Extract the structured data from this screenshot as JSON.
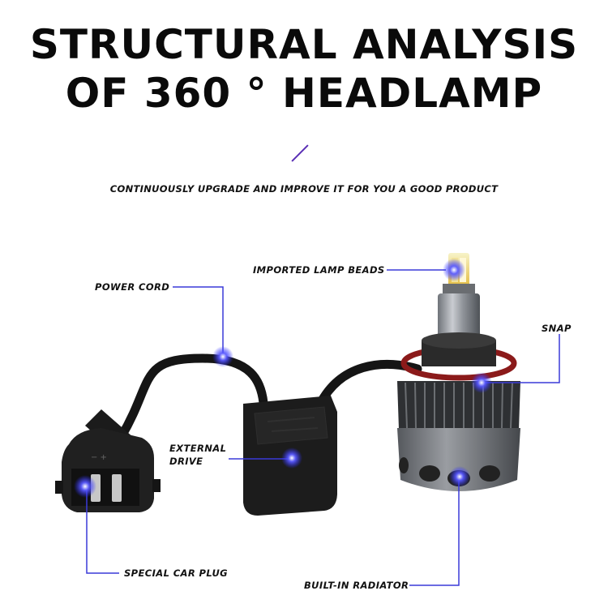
{
  "title_line1": "STRUCTURAL ANALYSIS",
  "title_line2": "OF 360 ° HEADLAMP",
  "subtitle": "CONTINUOUSLY UPGRADE AND IMPROVE IT FOR YOU A GOOD PRODUCT",
  "labels": {
    "imported_lamp_beads": "IMPORTED LAMP BEADS",
    "power_cord": "POWER CORD",
    "snap": "SNAP",
    "external_drive_1": "EXTERNAL",
    "external_drive_2": "DRIVE",
    "special_car_plug": "SPECIAL CAR PLUG",
    "built_in_radiator": "BUILT-IN RADIATOR"
  },
  "colors": {
    "callout_line": "#3a3ad8",
    "callout_dot": "#2a2aff",
    "accent_slash": "#5a2fb5"
  }
}
